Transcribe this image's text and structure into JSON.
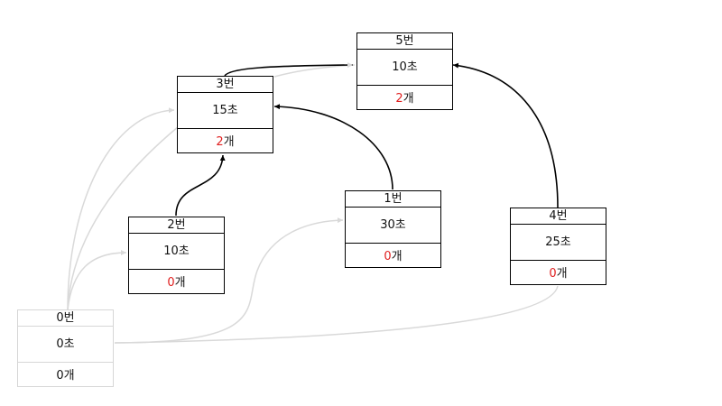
{
  "nodes": {
    "n5": {
      "label": "5번",
      "time": "10초",
      "count": "2",
      "unit": "개"
    },
    "n3": {
      "label": "3번",
      "time": "15초",
      "count": "2",
      "unit": "개"
    },
    "n2": {
      "label": "2번",
      "time": "10초",
      "count": "0",
      "unit": "개"
    },
    "n1": {
      "label": "1번",
      "time": "30초",
      "count": "0",
      "unit": "개"
    },
    "n4": {
      "label": "4번",
      "time": "25초",
      "count": "0",
      "unit": "개"
    },
    "n0": {
      "label": "0번",
      "time": "0초",
      "count": "0",
      "unit": "개"
    }
  },
  "colors": {
    "accent": "#e02020",
    "edge": "#000000",
    "faded_edge": "#d9d9d9"
  }
}
